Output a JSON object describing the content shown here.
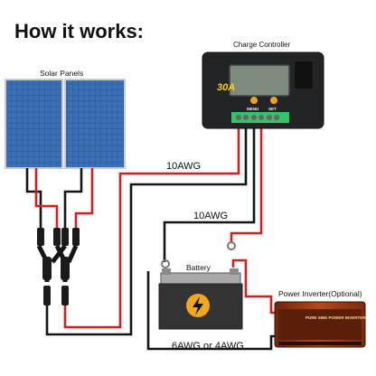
{
  "title": "How it works:",
  "labels": {
    "solar_panels": "Solar Panels",
    "charge_controller": "Charge Controller",
    "wire_panels_to_controller": "10AWG",
    "wire_controller_to_battery": "10AWG",
    "battery": "Battery",
    "inverter": "Power Inverter(Optional)",
    "wire_battery_to_inverter": "6AWG or 4AWG"
  },
  "controller": {
    "rating": "30A",
    "menu_label": "MENU",
    "set_label": "SET"
  },
  "inverter_face_text": "PURE SINE POWER INVERTER",
  "colors": {
    "positive_wire": "#d21f1f",
    "negative_wire": "#151515",
    "panel_cell": "#2c5d9e",
    "controller_body": "#222426",
    "lcd": "#7d8a7e",
    "inverter_body": "#a13a12",
    "battery_body": "#333333",
    "battery_top": "#a9a9a9"
  },
  "icons": [
    "lightning-bolt-icon",
    "mc4-connector-icon",
    "ring-terminal-icon"
  ]
}
